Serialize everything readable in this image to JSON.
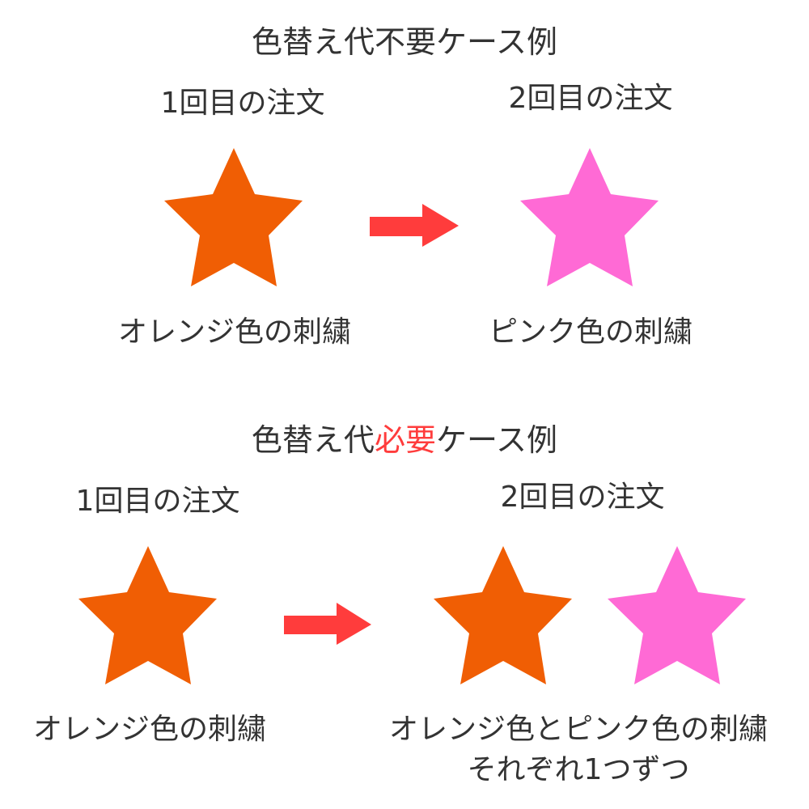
{
  "colors": {
    "text": "#333333",
    "accent": "#ff3c3c",
    "arrow": "#ff3c3c",
    "orange_star": "#f05e04",
    "pink_star": "#ff6ad5"
  },
  "section_no_fee": {
    "title": "色替え代不要ケース例",
    "first_order": {
      "label": "1回目の注文",
      "stars": [
        "orange-star"
      ],
      "caption": "オレンジ色の刺繍"
    },
    "second_order": {
      "label": "2回目の注文",
      "stars": [
        "pink-star"
      ],
      "caption": "ピンク色の刺繍"
    },
    "arrow": "right-arrow-icon"
  },
  "section_fee_required": {
    "title_prefix": "色替え代",
    "title_highlight": "必要",
    "title_suffix": "ケース例",
    "first_order": {
      "label": "1回目の注文",
      "stars": [
        "orange-star"
      ],
      "caption": "オレンジ色の刺繍"
    },
    "second_order": {
      "label": "2回目の注文",
      "stars": [
        "orange-star",
        "pink-star"
      ],
      "caption_line1": "オレンジ色とピンク色の刺繍",
      "caption_line2": "それぞれ1つずつ"
    },
    "arrow": "right-arrow-icon"
  }
}
